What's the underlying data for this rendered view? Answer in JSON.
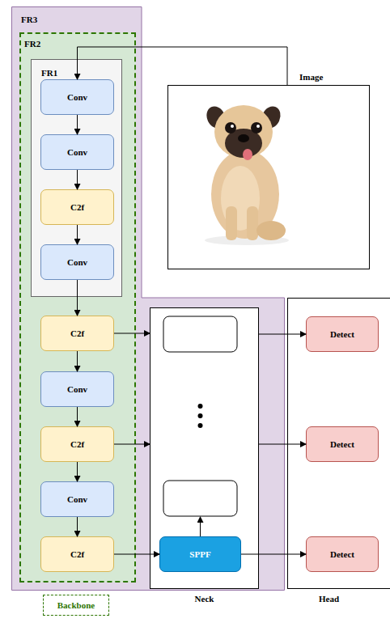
{
  "diagram": {
    "nodes": [
      {
        "text": [
          "FR3"
        ]
      },
      {
        "text": [
          "FR2"
        ],
        "in": 0
      },
      {
        "text": [
          "FR1"
        ],
        "in": 1
      },
      {
        "text": [
          "Conv"
        ],
        "in": 2
      },
      {
        "text": [
          "Conv"
        ],
        "in": 2
      },
      {
        "text": [
          "C2f"
        ],
        "in": 2
      },
      {
        "text": [
          "Conv"
        ],
        "in": 2
      },
      {
        "text": [
          "C2f"
        ],
        "in": 1
      },
      {
        "text": [
          "Conv"
        ],
        "in": 1
      },
      {
        "text": [
          "C2f"
        ],
        "in": 1
      },
      {
        "text": [
          "Conv"
        ],
        "in": 1
      },
      {
        "text": [
          "C2f"
        ],
        "in": 1
      },
      {
        "text": [
          "Image"
        ]
      },
      {
        "text": [
          "Neck"
        ],
        "in": 0
      },
      {
        "text": [
          "SPPF"
        ],
        "in": 13
      },
      {
        "text": [
          "Head"
        ]
      },
      {
        "text": [
          "Detect"
        ],
        "in": 15
      },
      {
        "text": [
          "Detect"
        ],
        "in": 15
      },
      {
        "text": [
          "Detect"
        ],
        "in": 15
      },
      {
        "text": [
          "Backbone"
        ]
      }
    ],
    "edges": [
      {
        "from": 12,
        "to": 3,
        "arrow": "to"
      },
      {
        "from": 3,
        "to": 4,
        "arrow": "to"
      },
      {
        "from": 4,
        "to": 5,
        "arrow": "to"
      },
      {
        "from": 5,
        "to": 6,
        "arrow": "to"
      },
      {
        "from": 6,
        "to": 7,
        "arrow": "to"
      },
      {
        "from": 7,
        "to": 8,
        "arrow": "to"
      },
      {
        "from": 8,
        "to": 9,
        "arrow": "to"
      },
      {
        "from": 9,
        "to": 10,
        "arrow": "to"
      },
      {
        "from": 10,
        "to": 11,
        "arrow": "to"
      },
      {
        "from": 7,
        "to": 13,
        "arrow": "to"
      },
      {
        "from": 9,
        "to": 13,
        "arrow": "to"
      },
      {
        "from": 11,
        "to": 14,
        "arrow": "to"
      },
      {
        "from": 13,
        "to": 16,
        "arrow": "to"
      },
      {
        "from": 13,
        "to": 17,
        "arrow": "to"
      },
      {
        "from": 14,
        "to": 18,
        "arrow": "to"
      }
    ]
  }
}
